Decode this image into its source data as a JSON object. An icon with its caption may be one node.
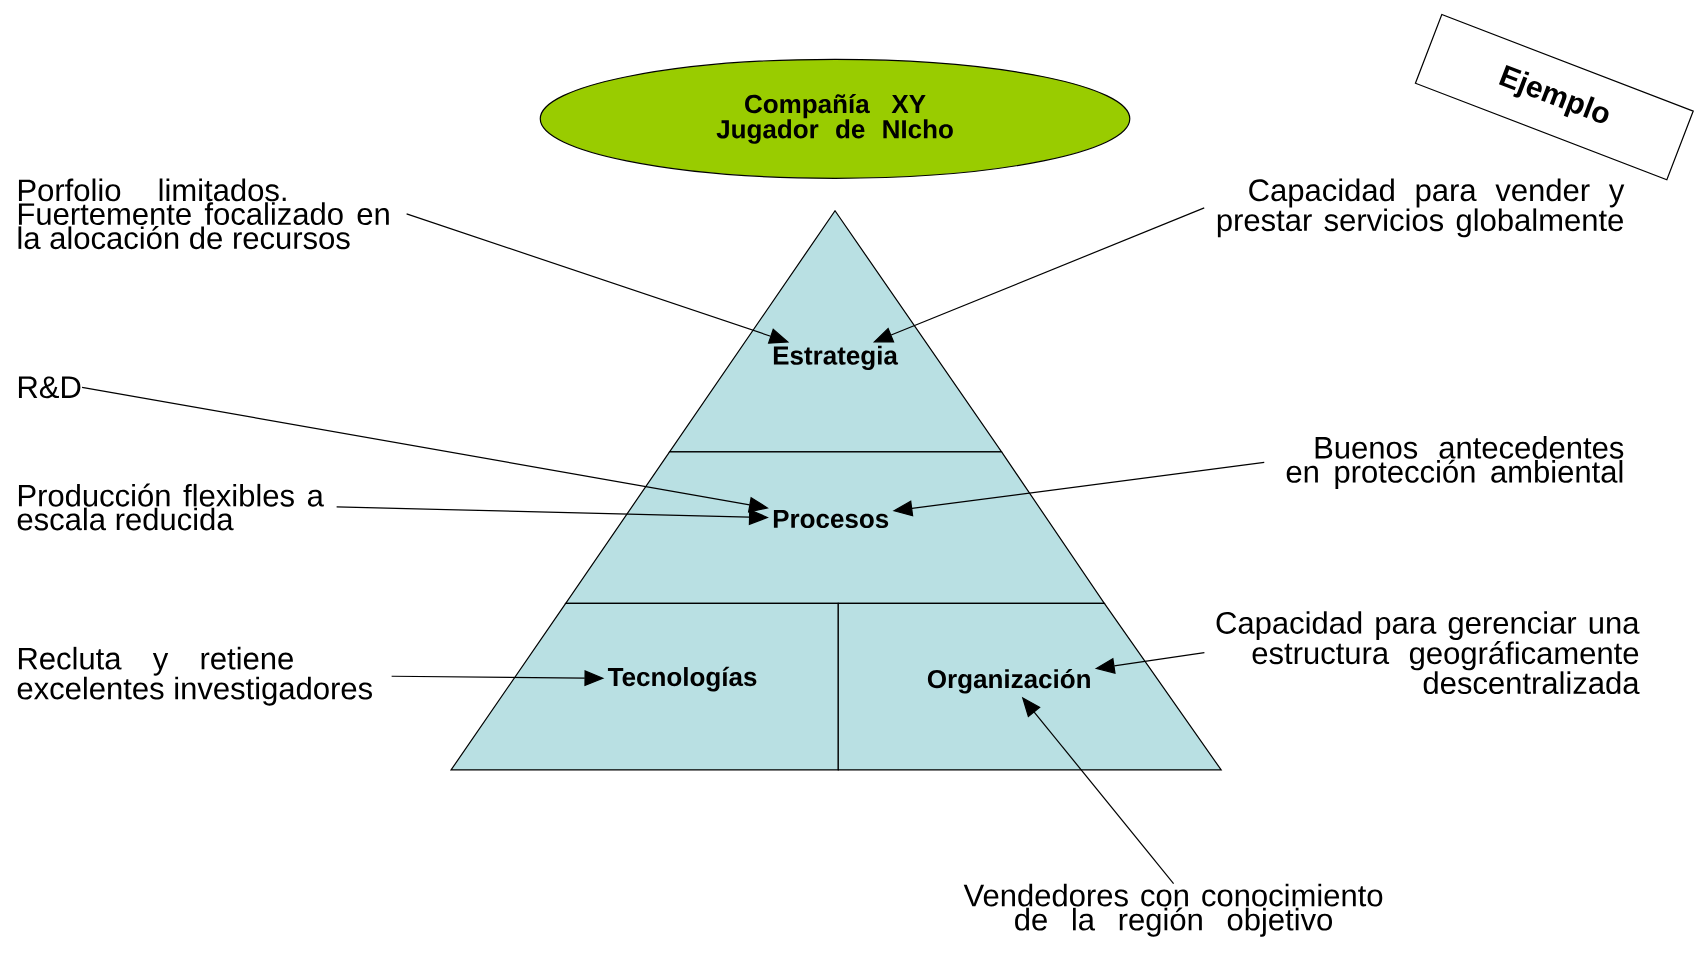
{
  "diagram": {
    "nodes": [
      {
        "text": [
          "Compañía XY Jugador de NIcho"
        ]
      },
      {
        "text": [
          "Ejemplo"
        ]
      },
      {
        "text": [
          "Porfolio limitados. Fuertemente focalizado en la alocación de recursos"
        ]
      },
      {
        "text": [
          "Capacidad para vender y prestar servicios globalmente"
        ]
      },
      {
        "text": [
          "Estrategia"
        ]
      },
      {
        "text": [
          "R&D"
        ]
      },
      {
        "text": [
          "Buenos antecedentes en protección ambiental"
        ]
      },
      {
        "text": [
          "Producción flexibles a escala reducida"
        ]
      },
      {
        "text": [
          "Procesos"
        ]
      },
      {
        "text": [
          "Recluta y retiene excelentes investigadores"
        ]
      },
      {
        "text": [
          "Tecnologías"
        ]
      },
      {
        "text": [
          "Organización"
        ]
      },
      {
        "text": [
          "Capacidad para gerenciar una estructura geográficamente descentralizada"
        ]
      },
      {
        "text": [
          "Vendedores con conocimiento de la región objetivo"
        ]
      }
    ],
    "edges": [
      {
        "from": 2,
        "to": 4,
        "arrow": "to"
      },
      {
        "from": 3,
        "to": 4,
        "arrow": "to"
      },
      {
        "from": 5,
        "to": 8,
        "arrow": "to"
      },
      {
        "from": 7,
        "to": 8,
        "arrow": "to"
      },
      {
        "from": 6,
        "to": 8,
        "arrow": "to"
      },
      {
        "from": 9,
        "to": 10,
        "arrow": "to"
      },
      {
        "from": 12,
        "to": 11,
        "arrow": "to"
      },
      {
        "from": 13,
        "to": 11,
        "arrow": "to"
      }
    ]
  }
}
